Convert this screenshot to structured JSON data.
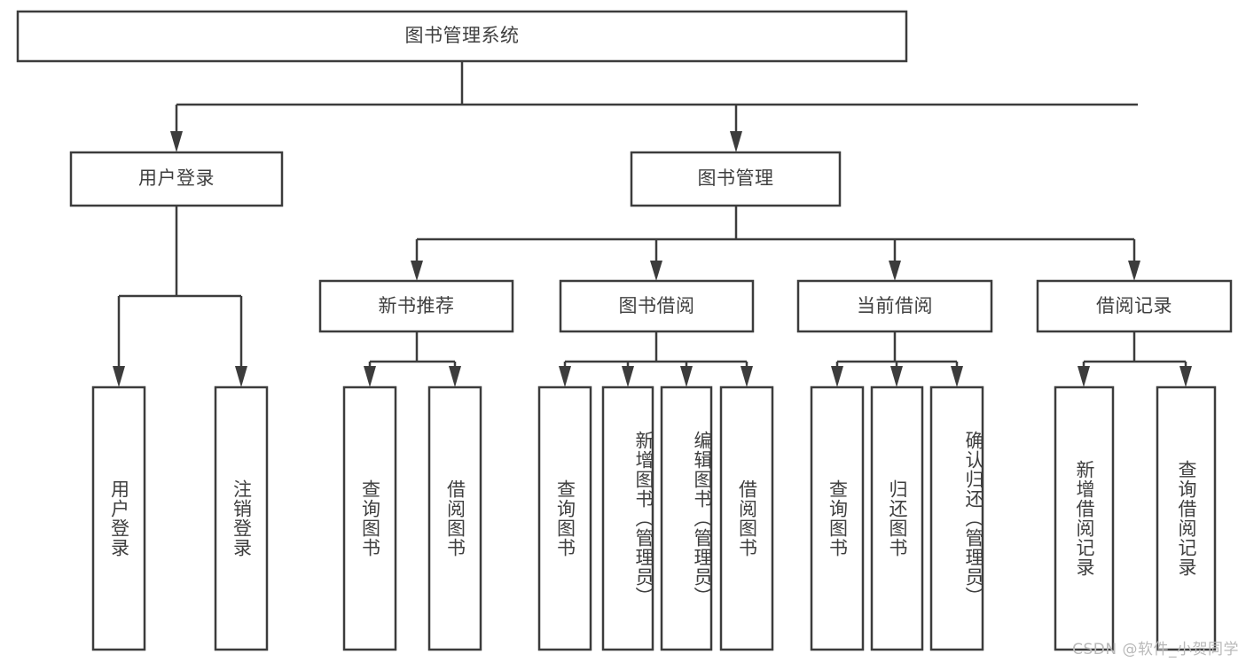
{
  "diagram": {
    "type": "tree-hierarchy",
    "title": "图书管理系统",
    "watermark": "CSDN @软件_小贺同学",
    "colors": {
      "stroke": "#3c3c3c",
      "box_fill": "#ffffff",
      "text": "#3f3f3f",
      "background": "#ffffff",
      "watermark": "#b9b9b9"
    },
    "levels": {
      "level1": {
        "nodes": [
          {
            "id": "root",
            "label": "图书管理系统",
            "orientation": "horizontal"
          }
        ]
      },
      "level2": {
        "nodes": [
          {
            "id": "login",
            "label": "用户登录",
            "orientation": "horizontal",
            "parent": "root"
          },
          {
            "id": "bookmgmt",
            "label": "图书管理",
            "orientation": "horizontal",
            "parent": "root"
          }
        ]
      },
      "level3": {
        "nodes": [
          {
            "id": "newbook",
            "label": "新书推荐",
            "orientation": "horizontal",
            "parent": "bookmgmt"
          },
          {
            "id": "borrow",
            "label": "图书借阅",
            "orientation": "horizontal",
            "parent": "bookmgmt"
          },
          {
            "id": "current",
            "label": "当前借阅",
            "orientation": "horizontal",
            "parent": "bookmgmt"
          },
          {
            "id": "record",
            "label": "借阅记录",
            "orientation": "horizontal",
            "parent": "bookmgmt"
          }
        ]
      },
      "level4": {
        "nodes": [
          {
            "id": "leaf-user-login",
            "label": "用户登录",
            "orientation": "vertical",
            "parent": "login"
          },
          {
            "id": "leaf-user-logout",
            "label": "注销登录",
            "orientation": "vertical",
            "parent": "login"
          },
          {
            "id": "leaf-query-book-1",
            "label": "查询图书",
            "orientation": "vertical",
            "parent": "newbook"
          },
          {
            "id": "leaf-borrow-book-1",
            "label": "借阅图书",
            "orientation": "vertical",
            "parent": "newbook"
          },
          {
            "id": "leaf-query-book-2",
            "label": "查询图书",
            "orientation": "vertical",
            "parent": "borrow"
          },
          {
            "id": "leaf-add-book",
            "label": "新增图书（管理员）",
            "orientation": "vertical",
            "parent": "borrow"
          },
          {
            "id": "leaf-edit-book",
            "label": "编辑图书（管理员）",
            "orientation": "vertical",
            "parent": "borrow"
          },
          {
            "id": "leaf-borrow-book-2",
            "label": "借阅图书",
            "orientation": "vertical",
            "parent": "borrow"
          },
          {
            "id": "leaf-query-book-3",
            "label": "查询图书",
            "orientation": "vertical",
            "parent": "current"
          },
          {
            "id": "leaf-return-book",
            "label": "归还图书",
            "orientation": "vertical",
            "parent": "current"
          },
          {
            "id": "leaf-confirm-return",
            "label": "确认归还（管理员）",
            "orientation": "vertical",
            "parent": "current"
          },
          {
            "id": "leaf-add-record",
            "label": "新增借阅记录",
            "orientation": "vertical",
            "parent": "record"
          },
          {
            "id": "leaf-query-record",
            "label": "查询借阅记录",
            "orientation": "vertical",
            "parent": "record"
          }
        ]
      }
    }
  }
}
